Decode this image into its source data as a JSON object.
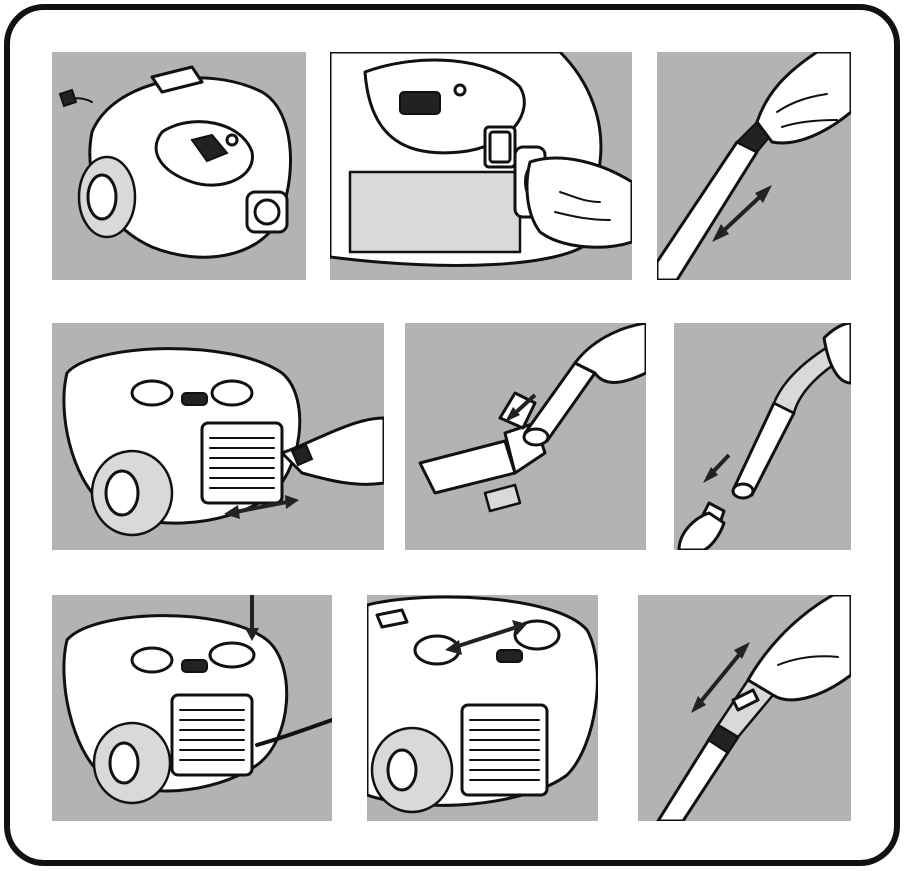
{
  "panels": [
    {
      "id": 1,
      "subject": "vacuum-cleaner-with-plug",
      "arrow": "none"
    },
    {
      "id": 2,
      "subject": "hose-inserted-into-inlet",
      "arrow": "none"
    },
    {
      "id": 3,
      "subject": "hand-adjusting-telescopic-tube",
      "arrow": "double"
    },
    {
      "id": 4,
      "subject": "vacuum-with-cord-plug",
      "arrow": "double"
    },
    {
      "id": 5,
      "subject": "tube-attaching-floor-nozzle",
      "arrow": "single"
    },
    {
      "id": 6,
      "subject": "handle-attaching-tube",
      "arrow": "single"
    },
    {
      "id": 7,
      "subject": "cord-rewind-button-press",
      "arrow": "single"
    },
    {
      "id": 8,
      "subject": "carry-handle",
      "arrow": "double"
    },
    {
      "id": 9,
      "subject": "suction-control-slider",
      "arrow": "double"
    }
  ],
  "colors": {
    "panel_bg": "#b3b3b5",
    "outline": "#111111",
    "frame": "#111111"
  }
}
